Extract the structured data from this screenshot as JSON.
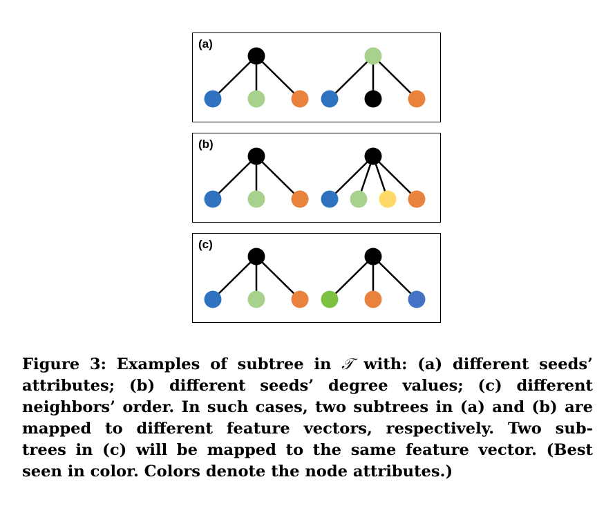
{
  "colors": {
    "black": "#000000",
    "blue": "#2f73c0",
    "light_green": "#a9d18e",
    "orange": "#e8823d",
    "yellow": "#ffd966",
    "green": "#7dc142",
    "royal_blue": "#4472c4"
  },
  "panels": [
    {
      "label": "(a)",
      "trees": [
        {
          "root": "black",
          "children": [
            "blue",
            "light_green",
            "orange"
          ]
        },
        {
          "root": "light_green",
          "children": [
            "blue",
            "black",
            "orange"
          ]
        }
      ]
    },
    {
      "label": "(b)",
      "trees": [
        {
          "root": "black",
          "children": [
            "blue",
            "light_green",
            "orange"
          ]
        },
        {
          "root": "black",
          "children": [
            "blue",
            "light_green",
            "yellow",
            "orange"
          ]
        }
      ]
    },
    {
      "label": "(c)",
      "trees": [
        {
          "root": "black",
          "children": [
            "blue",
            "light_green",
            "orange"
          ]
        },
        {
          "root": "black",
          "children": [
            "green",
            "orange",
            "royal_blue"
          ]
        }
      ]
    }
  ],
  "caption": {
    "lines": [
      "Figure 3: Examples of subtree in",
      "𝒯",
      "with: (a) different seeds’",
      "attributes; (b) different seeds’ degree values; (c) different",
      "neighbors’ order. In such cases, two subtrees in (a) and (b) are",
      "mapped to different feature vectors, respectively. Two sub-",
      "trees in (c) will be mapped to the same feature vector. (Best",
      "seen in color. Colors denote the node attributes.)"
    ]
  }
}
